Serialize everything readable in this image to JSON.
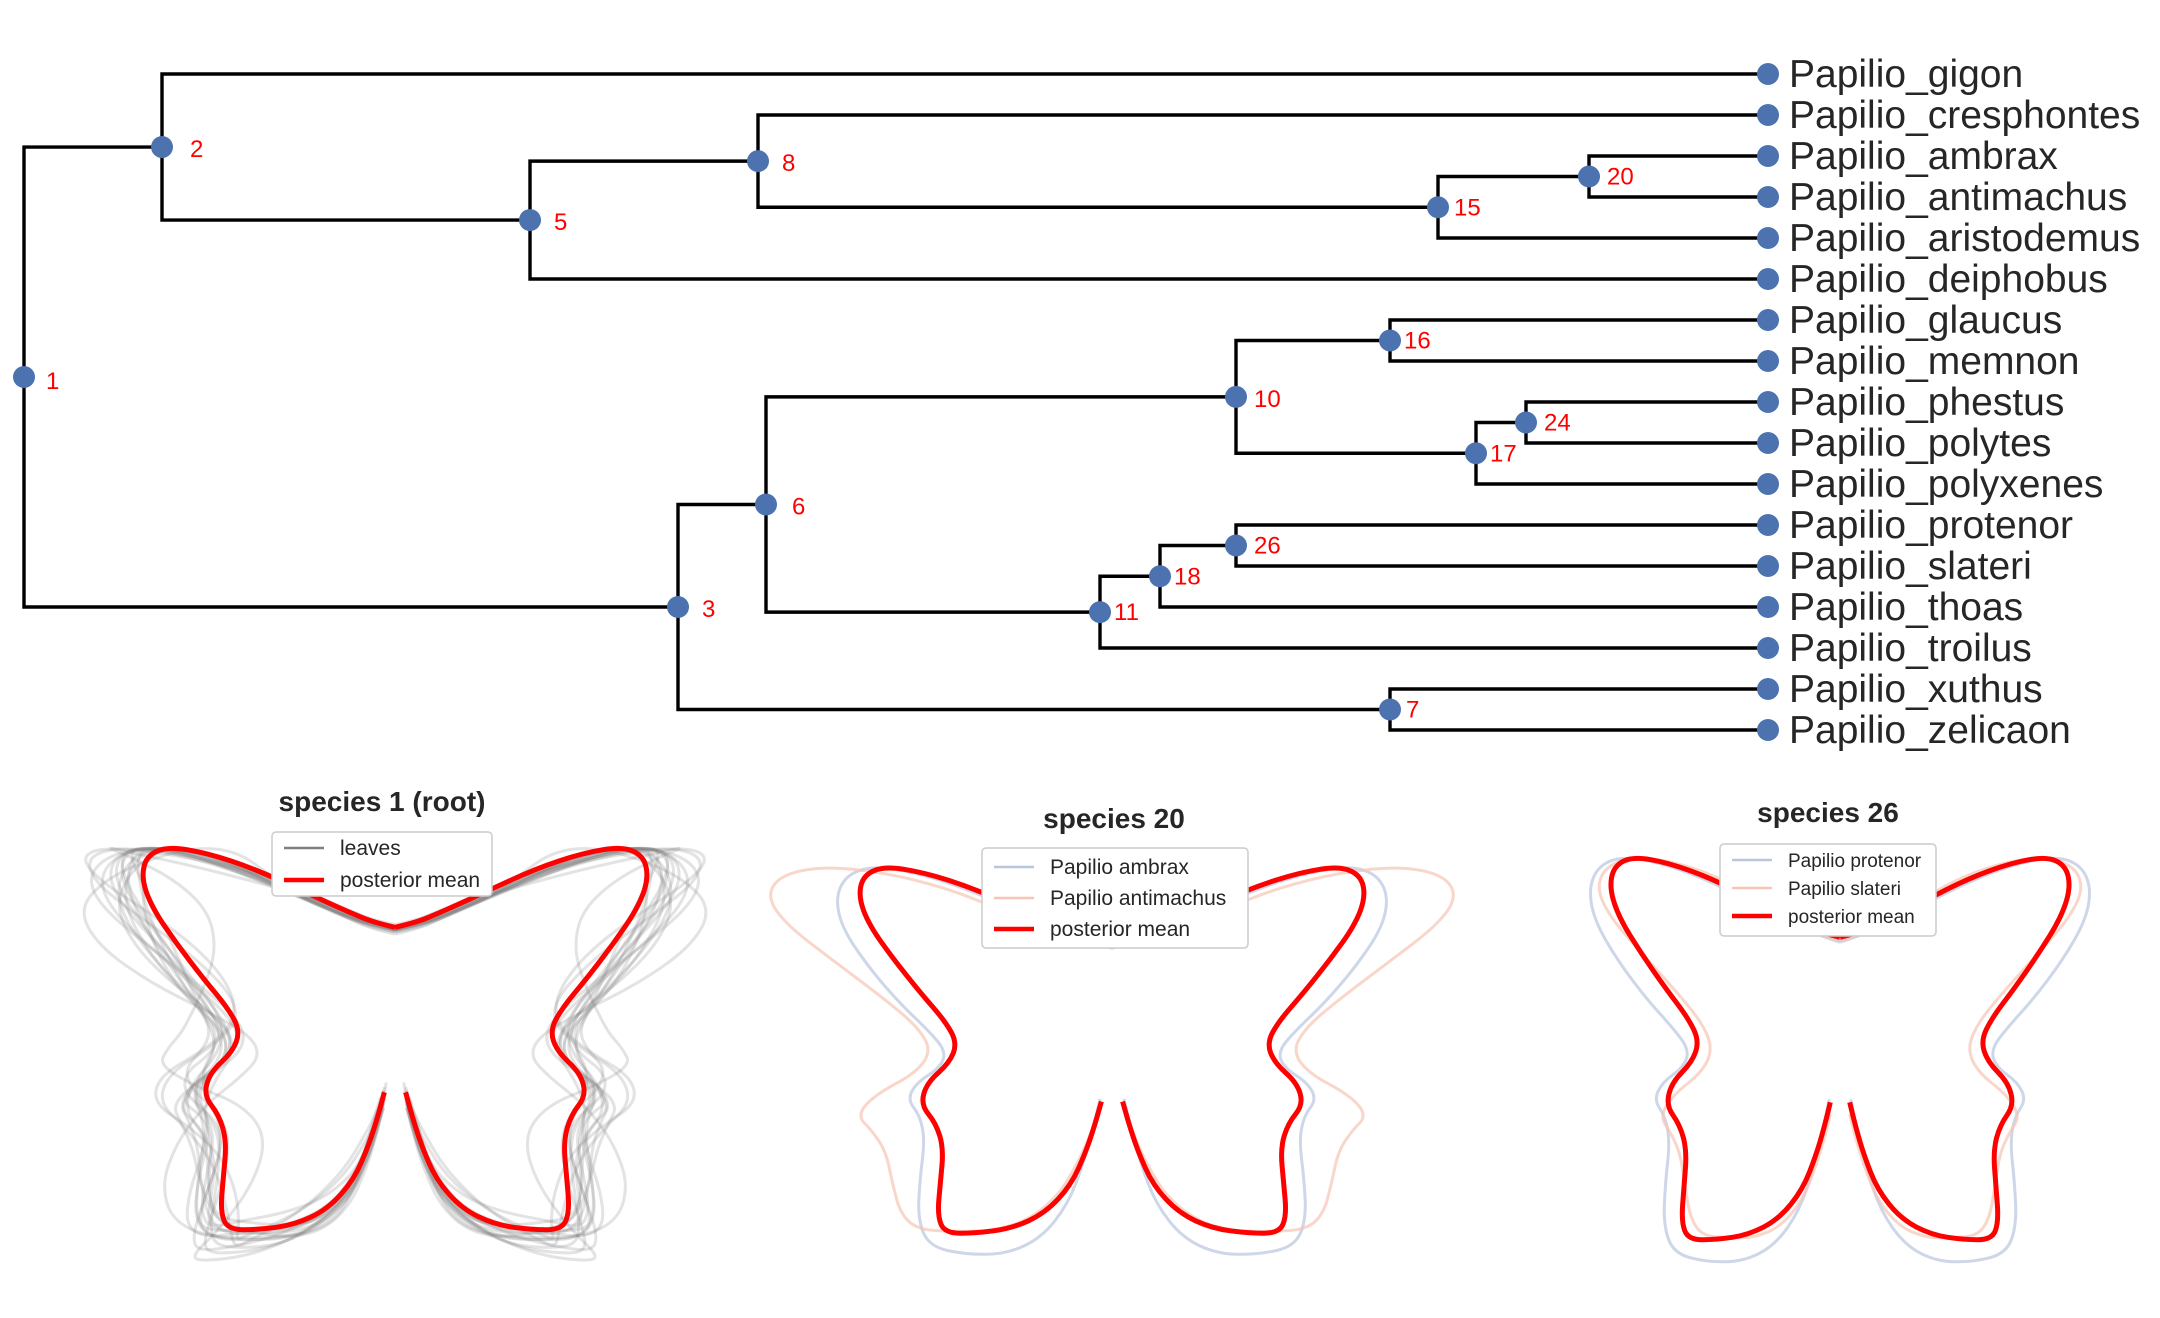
{
  "tree": {
    "tips": [
      {
        "name": "Papilio_gigon",
        "parent": "2"
      },
      {
        "name": "Papilio_cresphontes",
        "parent": "8"
      },
      {
        "name": "Papilio_ambrax",
        "parent": "20"
      },
      {
        "name": "Papilio_antimachus",
        "parent": "20"
      },
      {
        "name": "Papilio_aristodemus",
        "parent": "15"
      },
      {
        "name": "Papilio_deiphobus",
        "parent": "5"
      },
      {
        "name": "Papilio_glaucus",
        "parent": "16"
      },
      {
        "name": "Papilio_memnon",
        "parent": "16"
      },
      {
        "name": "Papilio_phestus",
        "parent": "24"
      },
      {
        "name": "Papilio_polytes",
        "parent": "24"
      },
      {
        "name": "Papilio_polyxenes",
        "parent": "17"
      },
      {
        "name": "Papilio_protenor",
        "parent": "26"
      },
      {
        "name": "Papilio_slateri",
        "parent": "26"
      },
      {
        "name": "Papilio_thoas",
        "parent": "18"
      },
      {
        "name": "Papilio_troilus",
        "parent": "11"
      },
      {
        "name": "Papilio_xuthus",
        "parent": "7"
      },
      {
        "name": "Papilio_zelicaon",
        "parent": "7"
      }
    ],
    "internal_nodes": [
      {
        "label": "1",
        "parent": null
      },
      {
        "label": "2",
        "parent": "1"
      },
      {
        "label": "3",
        "parent": "1"
      },
      {
        "label": "5",
        "parent": "2"
      },
      {
        "label": "6",
        "parent": "3"
      },
      {
        "label": "7",
        "parent": "3"
      },
      {
        "label": "8",
        "parent": "5"
      },
      {
        "label": "10",
        "parent": "6"
      },
      {
        "label": "11",
        "parent": "6"
      },
      {
        "label": "15",
        "parent": "8"
      },
      {
        "label": "16",
        "parent": "10"
      },
      {
        "label": "17",
        "parent": "10"
      },
      {
        "label": "18",
        "parent": "11"
      },
      {
        "label": "20",
        "parent": "15"
      },
      {
        "label": "24",
        "parent": "17"
      },
      {
        "label": "26",
        "parent": "18"
      }
    ],
    "colors": {
      "branch": "#000000",
      "node": "#4c72b0",
      "node_label": "#ff0000",
      "tip_label": "#262626"
    }
  },
  "panels": [
    {
      "title": "species 1 (root)",
      "legend": [
        {
          "label": "leaves",
          "color": "#7f7f7f"
        },
        {
          "label": "posterior mean",
          "color": "#ff0000"
        }
      ]
    },
    {
      "title": "species 20",
      "legend": [
        {
          "label": "Papilio ambrax",
          "color": "#b8c6e0"
        },
        {
          "label": "Papilio antimachus",
          "color": "#f7c5b3"
        },
        {
          "label": "posterior mean",
          "color": "#ff0000"
        }
      ]
    },
    {
      "title": "species 26",
      "legend": [
        {
          "label": "Papilio protenor",
          "color": "#b8c6e0"
        },
        {
          "label": "Papilio slateri",
          "color": "#f7c5b3"
        },
        {
          "label": "posterior mean",
          "color": "#ff0000"
        }
      ]
    }
  ]
}
